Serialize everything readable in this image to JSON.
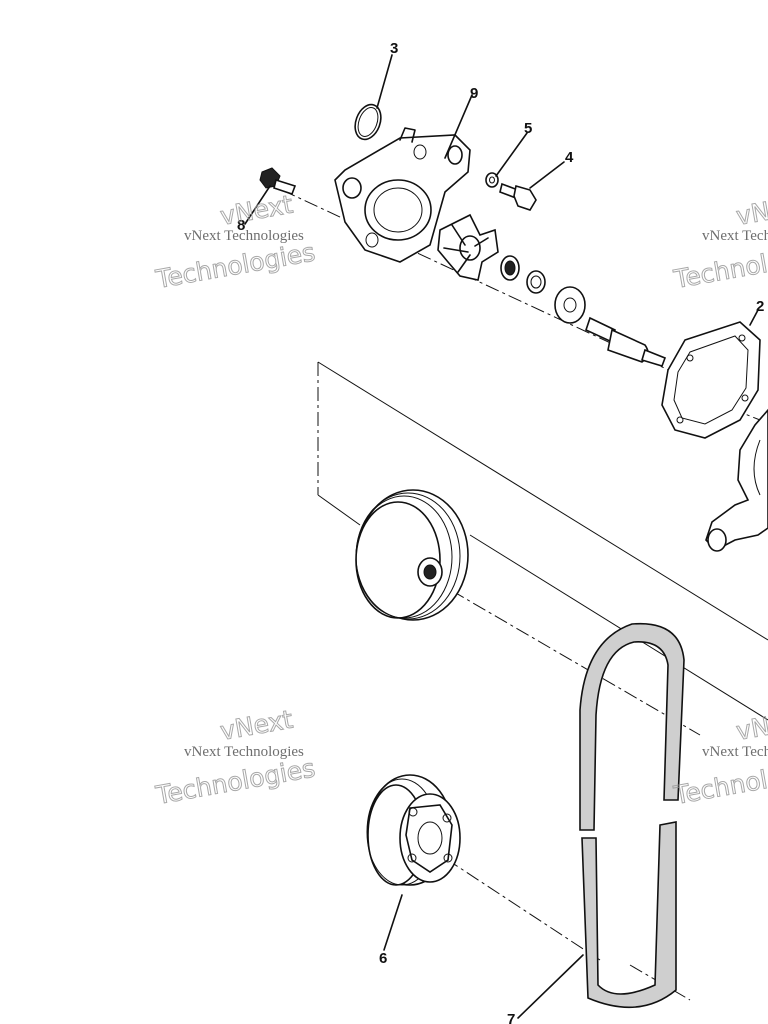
{
  "callouts": {
    "oring": "3",
    "housing": "9",
    "washer": "5",
    "bolt": "4",
    "screw": "8",
    "gasket": "2",
    "crank_pulley": "6",
    "belt": "7"
  },
  "watermark": {
    "line1": "vNext",
    "line2": "vNext Technologies",
    "line3": "Technologies"
  }
}
